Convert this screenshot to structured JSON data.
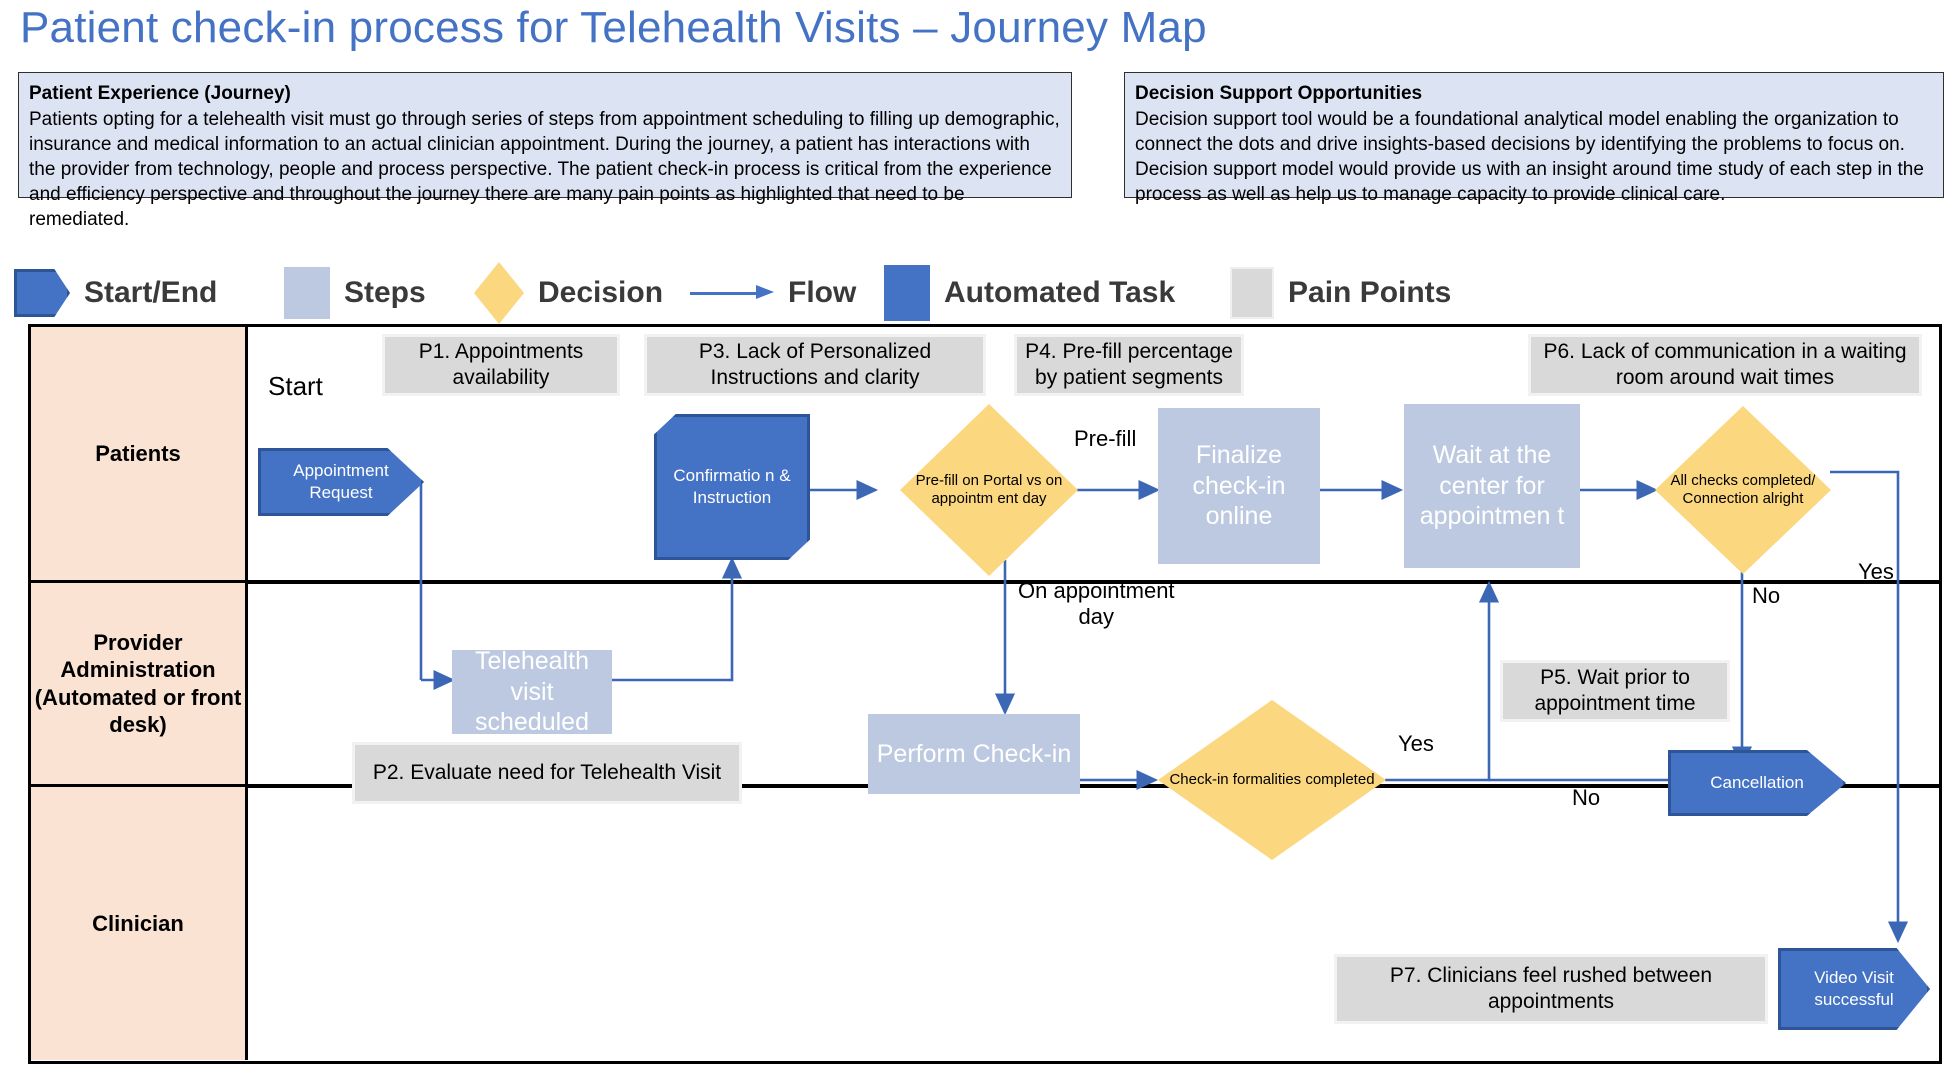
{
  "page": {
    "title": "Patient check-in process for Telehealth Visits – Journey Map",
    "accent_color": "#4472C4",
    "lane_header_color": "#FAE3D3",
    "step_color": "#BDC9E1",
    "decision_color": "#FBD77F",
    "pain_color": "#D9D9D9",
    "automated_color": "#4472C4",
    "desc_box_color": "#DCE3F2"
  },
  "descriptions": [
    {
      "heading": "Patient Experience (Journey)",
      "body": "Patients opting for a telehealth visit must go through series of steps from appointment scheduling to filling up demographic, insurance and medical information to an actual clinician appointment. During the journey, a patient has interactions with the provider from technology, people and process perspective. The patient check-in process is critical from the experience and efficiency perspective and throughout the journey there are many pain points as highlighted that need to be remediated."
    },
    {
      "heading": "Decision Support Opportunities",
      "body": "Decision support tool would be a foundational analytical model enabling the organization to connect the dots and drive insights-based decisions by identifying the problems to focus on. Decision support model would provide us with an insight around time study of each step in the process as well as help us to manage capacity to provide clinical care."
    }
  ],
  "legend": [
    {
      "label": "Start/End",
      "swatch": "pentagon-start-end"
    },
    {
      "label": "Steps",
      "swatch": "rect-step"
    },
    {
      "label": "Decision",
      "swatch": "diamond-decision"
    },
    {
      "label": "Flow",
      "swatch": "arrow-flow"
    },
    {
      "label": "Automated Task",
      "swatch": "rect-automated"
    },
    {
      "label": "Pain Points",
      "swatch": "rect-pain"
    }
  ],
  "lanes": [
    {
      "name": "Patients"
    },
    {
      "name": "Provider Administration (Automated or front desk)"
    },
    {
      "name": "Clinician"
    }
  ],
  "pain_points": [
    {
      "id": "P1",
      "text": "P1. Appointments availability"
    },
    {
      "id": "P2",
      "text": "P2. Evaluate need for Telehealth Visit"
    },
    {
      "id": "P3",
      "text": "P3. Lack of Personalized Instructions and clarity"
    },
    {
      "id": "P4",
      "text": "P4. Pre-fill percentage by patient segments"
    },
    {
      "id": "P5",
      "text": "P5. Wait prior to appointment time"
    },
    {
      "id": "P6",
      "text": "P6. Lack of communication in a waiting room around wait times"
    },
    {
      "id": "P7",
      "text": "P7. Clinicians feel rushed between appointments"
    }
  ],
  "nodes": {
    "start_label": "Start",
    "appointment_request": "Appointment Request",
    "confirmation_instruction": "Confirmatio n & Instruction",
    "prefill_decision": "Pre-fill on Portal vs on appointm ent day",
    "finalize_checkin_online": "Finalize check-in online",
    "wait_at_center": "Wait at the center for appointmen t",
    "all_checks_decision": "All checks completed/ Connection alright",
    "telehealth_visit_scheduled": "Telehealth visit scheduled",
    "perform_checkin": "Perform Check-in",
    "checkin_formalities_decision": "Check-in formalities completed",
    "cancellation": "Cancellation",
    "video_visit_successful": "Video Visit successful"
  },
  "edge_labels": {
    "prefill": "Pre-fill",
    "on_appointment_day": "On appointment\nday",
    "checks_no": "No",
    "checks_yes": "Yes",
    "formalities_yes": "Yes",
    "formalities_no": "No"
  }
}
